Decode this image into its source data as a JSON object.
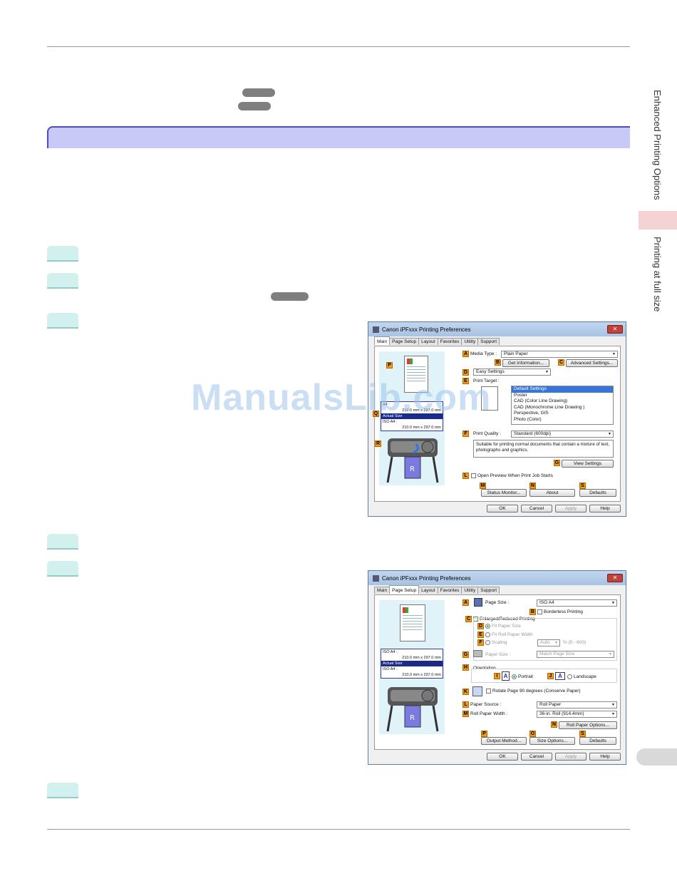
{
  "side_tabs": {
    "upper": "Enhanced Printing Options",
    "lower": "Printing at full size"
  },
  "watermark": "ManualsLib.com",
  "dialog1": {
    "title": "Canon iPFxxx Printing Preferences",
    "close_label": "✕",
    "tabs": [
      "Main",
      "Page Setup",
      "Layout",
      "Favorites",
      "Utility",
      "Support"
    ],
    "active_tab": "Main",
    "preview": {
      "size_rows": [
        "A4 :",
        "210.0 mm x 297.0 mm",
        "Actual Size",
        "ISO A4 :",
        "210.0 mm x 297.0 mm"
      ]
    },
    "badges": [
      "A",
      "B",
      "C",
      "D",
      "E",
      "F",
      "G",
      "L",
      "M",
      "N",
      "S",
      "P",
      "Q",
      "R"
    ],
    "media_type_label": "Media Type :",
    "media_type_value": "Plain Paper",
    "get_information": "Get Information...",
    "advanced_settings": "Advanced Settings...",
    "mode_value": "Easy Settings",
    "print_target_label": "Print Target :",
    "print_targets": [
      "Default Settings",
      "Poster",
      "CAD (Color Line Drawing)",
      "CAD (Monochrome Line Drawing )",
      "Perspective, GIS",
      "Photo (Color)"
    ],
    "print_quality_label": "Print Quality :",
    "print_quality_value": "Standard (600dpi)",
    "quality_desc": "Suitable for printing normal documents that contain a mixture of text, photographs and graphics.",
    "view_settings": "View Settings",
    "open_preview": "Open Preview When Print Job Starts",
    "status_monitor": "Status Monitor...",
    "about": "About",
    "defaults": "Defaults",
    "ok": "OK",
    "cancel": "Cancel",
    "apply": "Apply",
    "help": "Help"
  },
  "dialog2": {
    "title": "Canon iPFxxx Printing Preferences",
    "close_label": "✕",
    "tabs": [
      "Main",
      "Page Setup",
      "Layout",
      "Favorites",
      "Utility",
      "Support"
    ],
    "active_tab": "Page Setup",
    "preview": {
      "size_rows": [
        "ISO A4 :",
        "210.0 mm x 297.0 mm",
        "Actual Size",
        "ISO A4 :",
        "210.0 mm x 297.0 mm"
      ]
    },
    "badges": [
      "A",
      "B",
      "C",
      "D",
      "E",
      "F",
      "G",
      "H",
      "I",
      "J",
      "K",
      "L",
      "M",
      "N",
      "P",
      "O",
      "S"
    ],
    "page_size_label": "Page Size :",
    "page_size_value": "ISO A4",
    "borderless": "Borderless Printing",
    "enlarged": "Enlarged/Reduced Printing",
    "fit_paper": "Fit Paper Size",
    "fit_roll": "Fit Roll Paper Width",
    "scaling": "Scaling",
    "scaling_value": "Auto",
    "scaling_range": "% (5 - 600)",
    "paper_size_label": "Paper Size :",
    "paper_size_value": "Match Page Size",
    "orientation_label": "Orientation",
    "portrait": "Portrait",
    "landscape": "Landscape",
    "rotate": "Rotate Page 90 degrees (Conserve Paper)",
    "paper_source_label": "Paper Source :",
    "paper_source_value": "Roll Paper",
    "roll_width_label": "Roll Paper Width :",
    "roll_width_value": "36-in. Roll (914.4mm)",
    "roll_options": "Roll Paper Options...",
    "output_method": "Output Method...",
    "size_options": "Size Options...",
    "defaults": "Defaults",
    "ok": "OK",
    "cancel": "Cancel",
    "apply": "Apply",
    "help": "Help"
  }
}
